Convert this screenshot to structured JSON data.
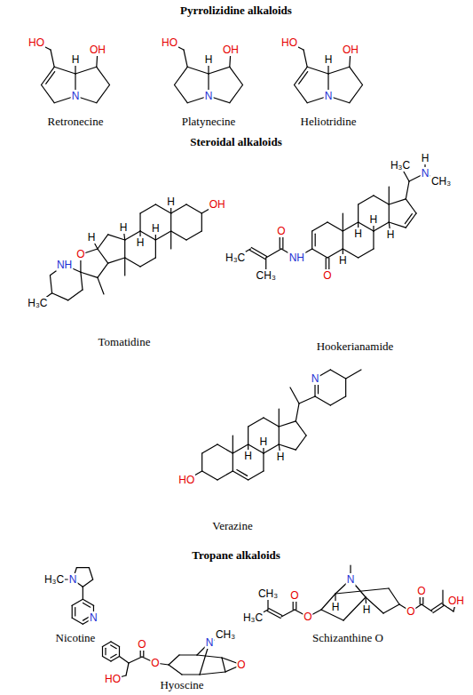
{
  "diagram": {
    "labels": [
      "Pyrrolizidine alkaloids",
      "HO",
      "OH",
      "H",
      "N",
      "Retronecine",
      "HO",
      "OH",
      "H",
      "N",
      "Platynecine",
      "HO",
      "OH",
      "H",
      "N",
      "Heliotridine",
      "Steroidal alkaloids",
      "OH",
      "H",
      "H",
      "H",
      "H",
      "H",
      "O",
      "NH",
      "H₃C",
      "Tomatidine",
      "H₃C",
      "N",
      "H",
      "CH₃",
      "H",
      "H",
      "H",
      "H",
      "O",
      "NH",
      "O",
      "H₃C",
      "CH₃",
      "Hookerianamide",
      "N",
      "HO",
      "H",
      "H",
      "H",
      "Verazine",
      "Tropane alkaloids",
      "H₃C",
      "N",
      "N",
      "Nicotine",
      "N",
      "H",
      "H",
      "O",
      "O",
      "H₃C",
      "CH₃",
      "O",
      "O",
      "OH",
      "Schizanthine O",
      "HO",
      "O",
      "O",
      "N",
      "CH₃",
      "O",
      "Hyoscine"
    ]
  }
}
